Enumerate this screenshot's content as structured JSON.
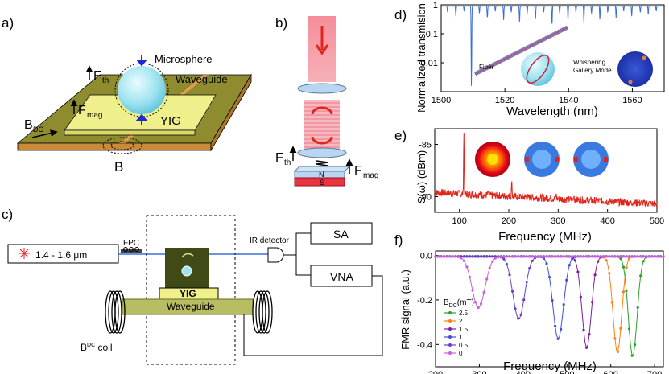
{
  "panels": {
    "a": {
      "letter": "a)",
      "f_th": "F",
      "f_th_sub": "th",
      "microsphere": "Microsphere",
      "waveguide": "Waveguide",
      "f_mag": "F",
      "f_mag_sub": "mag",
      "yig": "YIG",
      "b_dc": "B",
      "b_dc_sub": "DC",
      "b": "B"
    },
    "b": {
      "letter": "b)",
      "f_th": "F",
      "f_th_sub": "th",
      "f_mag": "F",
      "f_mag_sub": "mag",
      "north": "N",
      "south": "S"
    },
    "c": {
      "letter": "c)",
      "laser": "1.4 - 1.6 μm",
      "fpc": "FPC",
      "ir_detector": "IR detector",
      "sa": "SA",
      "vna": "VNA",
      "yig": "YIG",
      "waveguide": "Waveguide",
      "coil": "B",
      "coil_sup": "DC",
      "coil_suffix": " coil"
    },
    "d": {
      "letter": "d)",
      "fiber": "Fiber",
      "wgm_line1": "Whispering",
      "wgm_line2": "Gallery Mode"
    },
    "e": {
      "letter": "e)"
    },
    "f": {
      "letter": "f)",
      "legend_title": "B",
      "legend_sub": "DC",
      "legend_unit": "(mT)"
    }
  },
  "colors": {
    "blue_line": "#3b6fd8",
    "red_line": "#e0251b",
    "olive": "#8f8b2f",
    "yig_fill": "#efef8c",
    "sphere": "#9fe3f0"
  },
  "chart_data": [
    {
      "type": "line",
      "panel": "d",
      "xlabel": "Wavelength (nm)",
      "ylabel": "Normalized transmision",
      "xlim": [
        1500,
        1570
      ],
      "ylim": [
        0.001,
        1
      ],
      "yscale": "log",
      "x_ticks": [
        "1500",
        "1520",
        "1540",
        "1560"
      ],
      "y_ticks": [
        "0.01",
        "0.1",
        "1"
      ],
      "baseline": 0.9,
      "dips": [
        {
          "x": 1502.0,
          "y": 0.55
        },
        {
          "x": 1504.6,
          "y": 0.4
        },
        {
          "x": 1507.2,
          "y": 0.6
        },
        {
          "x": 1509.5,
          "y": 0.0015
        },
        {
          "x": 1512.0,
          "y": 0.5
        },
        {
          "x": 1514.5,
          "y": 0.35
        },
        {
          "x": 1517.0,
          "y": 0.6
        },
        {
          "x": 1519.6,
          "y": 0.3
        },
        {
          "x": 1522.0,
          "y": 0.55
        },
        {
          "x": 1524.6,
          "y": 0.25
        },
        {
          "x": 1527.0,
          "y": 0.5
        },
        {
          "x": 1529.6,
          "y": 0.3
        },
        {
          "x": 1532.2,
          "y": 0.55
        },
        {
          "x": 1534.8,
          "y": 0.2
        },
        {
          "x": 1537.2,
          "y": 0.5
        },
        {
          "x": 1539.8,
          "y": 0.3
        },
        {
          "x": 1542.3,
          "y": 0.55
        },
        {
          "x": 1544.8,
          "y": 0.25
        },
        {
          "x": 1547.2,
          "y": 0.5
        },
        {
          "x": 1549.8,
          "y": 0.3
        },
        {
          "x": 1552.3,
          "y": 0.55
        },
        {
          "x": 1554.9,
          "y": 0.35
        },
        {
          "x": 1557.3,
          "y": 0.6
        },
        {
          "x": 1559.8,
          "y": 0.4
        },
        {
          "x": 1562.5,
          "y": 0.55
        },
        {
          "x": 1565.0,
          "y": 0.45
        },
        {
          "x": 1567.5,
          "y": 0.6
        }
      ]
    },
    {
      "type": "line",
      "panel": "e",
      "xlabel": "Frequency (MHz)",
      "ylabel": "S(ω) (dBm)",
      "xlim": [
        50,
        500
      ],
      "ylim": [
        -91.5,
        -83.5
      ],
      "x_ticks": [
        "100",
        "200",
        "300",
        "400",
        "500"
      ],
      "y_ticks": [
        "-90",
        "-85"
      ],
      "baseline_start": -89.6,
      "baseline_end": -90.7,
      "peaks": [
        {
          "x": 109,
          "y": -83.7
        },
        {
          "x": 206,
          "y": -88.4
        },
        {
          "x": 158,
          "y": -89.5
        },
        {
          "x": 296,
          "y": -89.7
        },
        {
          "x": 332,
          "y": -89.9
        }
      ]
    },
    {
      "type": "line",
      "panel": "f",
      "xlabel": "Frequency (MHz)",
      "ylabel": "FMR signal (a.u.)",
      "xlim": [
        200,
        720
      ],
      "ylim": [
        -0.5,
        0.02
      ],
      "x_ticks": [
        "200",
        "300",
        "400",
        "500",
        "600",
        "700"
      ],
      "y_ticks": [
        "-0.4",
        "-0.2",
        "0.0"
      ],
      "series": [
        {
          "name": "2.5",
          "color": "#2ca02c",
          "center": 650,
          "depth": -0.45,
          "width": 14
        },
        {
          "name": "2",
          "color": "#ff7f0e",
          "center": 615,
          "depth": -0.43,
          "width": 14
        },
        {
          "name": "1.5",
          "color": "#7b1fa2",
          "center": 545,
          "depth": -0.41,
          "width": 15
        },
        {
          "name": "1",
          "color": "#3f4fd8",
          "center": 480,
          "depth": -0.37,
          "width": 17
        },
        {
          "name": "0.5",
          "color": "#6b3fc4",
          "center": 390,
          "depth": -0.28,
          "width": 19
        },
        {
          "name": "0",
          "color": "#c85ee0",
          "center": 298,
          "depth": -0.23,
          "width": 21
        }
      ]
    }
  ]
}
